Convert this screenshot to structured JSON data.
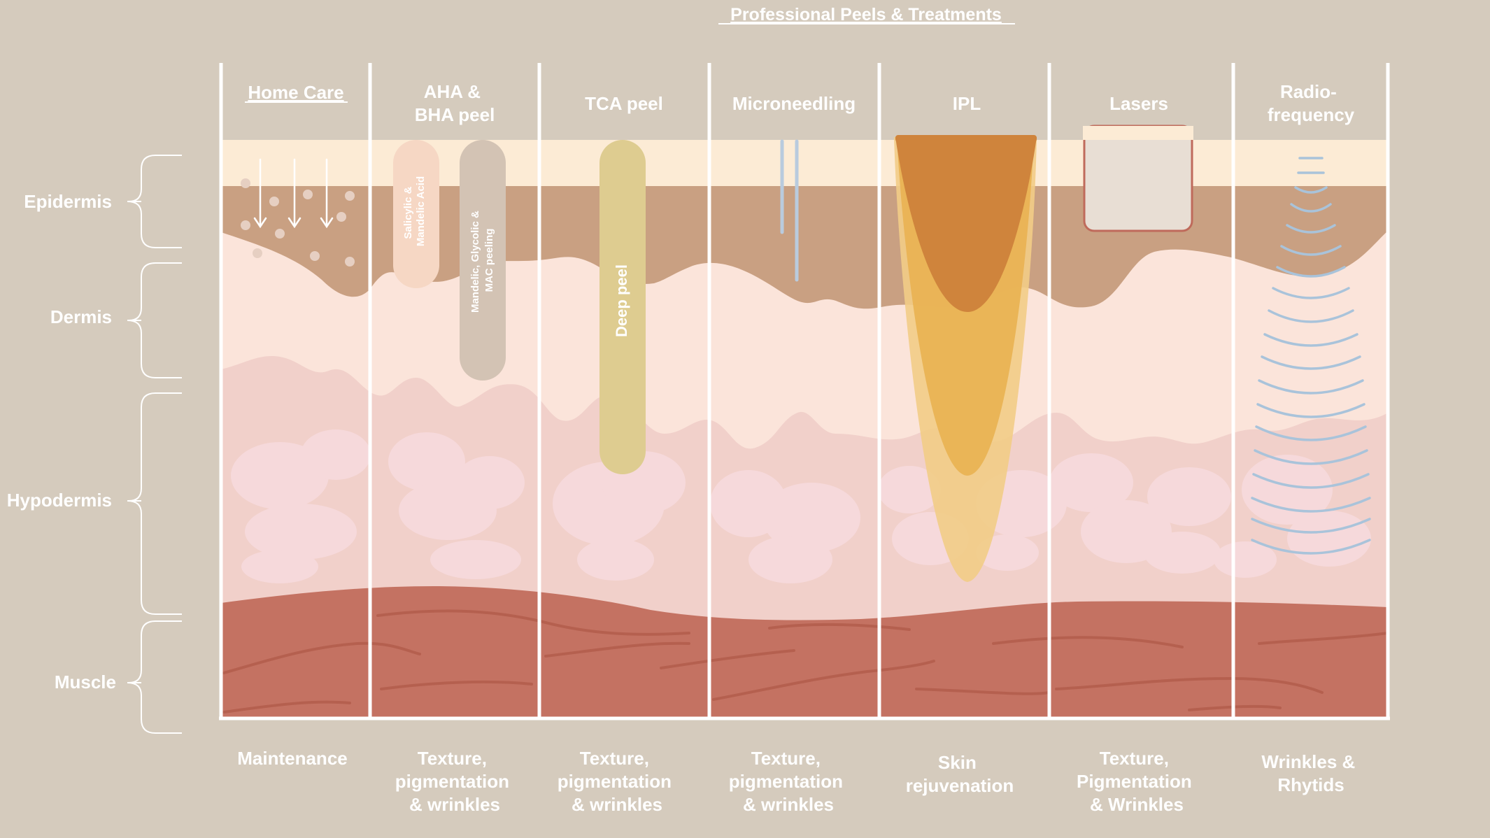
{
  "page_title": "Professional Peels & Treatments",
  "layers": [
    {
      "label": "Epidermis"
    },
    {
      "label": "Dermis"
    },
    {
      "label": "Hypodermis"
    },
    {
      "label": "Muscle"
    }
  ],
  "columns": [
    {
      "title_lines": [
        "Home Care"
      ],
      "outcome_lines": [
        "Maintenance"
      ]
    },
    {
      "title_lines": [
        "AHA &",
        "BHA peel"
      ],
      "outcome_lines": [
        "Texture,",
        "pigmentation",
        "& wrinkles"
      ]
    },
    {
      "title_lines": [
        "TCA peel"
      ],
      "outcome_lines": [
        "Texture,",
        "pigmentation",
        "& wrinkles"
      ]
    },
    {
      "title_lines": [
        "Microneedling"
      ],
      "outcome_lines": [
        "Texture,",
        "pigmentation",
        "& wrinkles"
      ]
    },
    {
      "title_lines": [
        "IPL"
      ],
      "outcome_lines": [
        "Skin",
        "rejuvenation"
      ]
    },
    {
      "title_lines": [
        "Lasers"
      ],
      "outcome_lines": [
        "Texture,",
        "Pigmentation",
        "& Wrinkles"
      ]
    },
    {
      "title_lines": [
        "Radio-",
        "frequency"
      ],
      "outcome_lines": [
        "Wrinkles &",
        "Rhytids"
      ]
    }
  ],
  "peel_labels": {
    "salicylic_lines": [
      "Salicylic &",
      "Mandelic Acid"
    ],
    "mandelic_lines": [
      "Mandelic, Glycolic &",
      "MAC peeling"
    ],
    "deep_peel": "Deep peel"
  },
  "colors": {
    "background": "#d5cbbd",
    "epidermis_top": "#fcebd5",
    "epidermis": "#c9a082",
    "dermis": "#fbe4da",
    "hypodermis": "#f1d0ca",
    "fat_lobules": "#f6d9db",
    "muscle": "#c47262",
    "ipl_orange": "#cf843c",
    "ipl_yellow": "#e9b354",
    "tca_peel": "#decc90",
    "rf_waves": "#a9c3da"
  }
}
